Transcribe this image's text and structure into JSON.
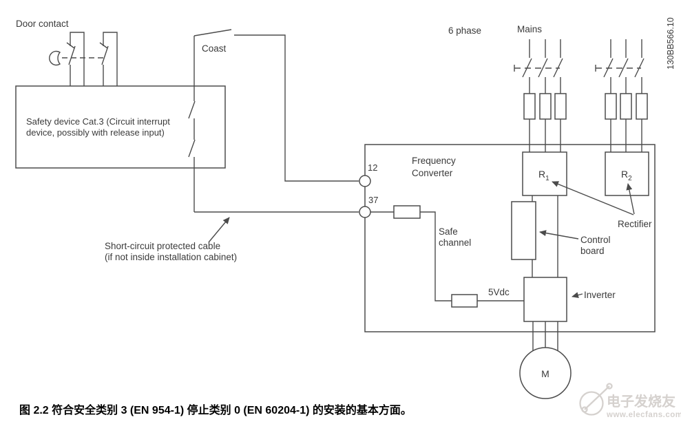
{
  "figure": {
    "part_number": "130BB566.10",
    "labels": {
      "door_contact": "Door contact",
      "coast": "Coast",
      "safety_device_line1": "Safety device Cat.3 (Circuit interrupt",
      "safety_device_line2": "device, possibly with release input)",
      "terminal_12": "12",
      "terminal_37": "37",
      "cable_note_line1": "Short-circuit protected cable",
      "cable_note_line2": "(if not inside installation cabinet)",
      "frequency_converter_line1": "Frequency",
      "frequency_converter_line2": "Converter",
      "six_phase": "6 phase",
      "mains": "Mains",
      "r1_base": "R",
      "r1_sub": "1",
      "r2_base": "R",
      "r2_sub": "2",
      "rectifier": "Rectifier",
      "control_board_line1": "Control",
      "control_board_line2": "board",
      "inverter": "Inverter",
      "safe_channel_line1": "Safe",
      "safe_channel_line2": "channel",
      "dc_supply": "5Vdc",
      "motor": "M"
    },
    "colors": {
      "line": "#4b4b4b",
      "text": "#3a3a3a",
      "caption": "#000000",
      "watermark": "#d5d1ce"
    }
  },
  "caption": "图 2.2 符合安全类别 3 (EN 954-1) 停止类别 0 (EN 60204-1) 的安装的基本方面。",
  "watermark": {
    "brand": "电子发烧友",
    "url": "www.elecfans.com"
  }
}
